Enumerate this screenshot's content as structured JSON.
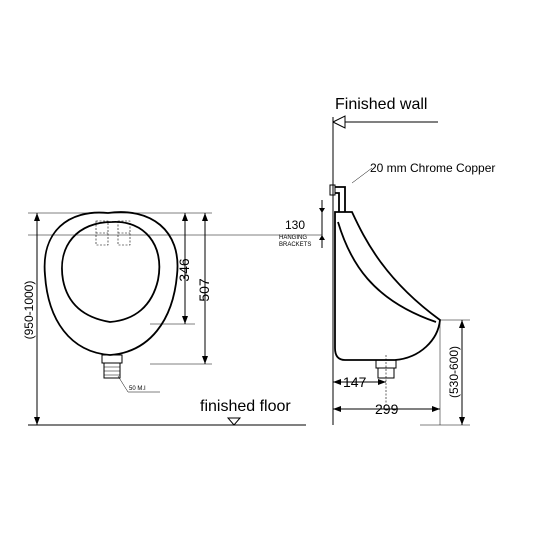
{
  "labels": {
    "finished_wall": "Finished wall",
    "chrome_copper": "20 mm Chrome Copper",
    "finished_floor": "finished floor",
    "outlet": "50 M.I",
    "hanging_line1": "HANGING",
    "hanging_line2": "BRACKETS"
  },
  "dimensions": {
    "hanging_height": "130",
    "bowl_opening": "346",
    "total_height": "507",
    "mounting_height": "(950-1000)",
    "wall_to_outlet": "147",
    "projection": "299",
    "lip_height": "(530-600)"
  }
}
